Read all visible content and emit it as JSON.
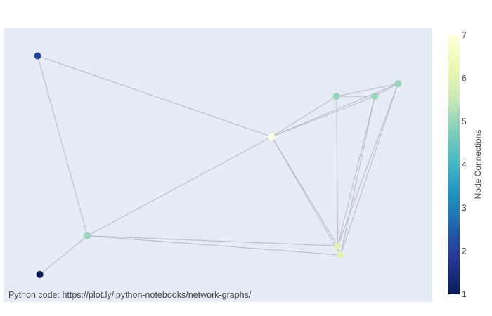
{
  "chart_data": {
    "type": "scatter",
    "subtype": "network-graph",
    "background_color": "#e5ecf6",
    "edge_color": "#b8b8c4",
    "show_grid": false,
    "show_axes": false,
    "xlim": [
      0,
      1
    ],
    "ylim": [
      0,
      1
    ],
    "nodes": [
      {
        "id": "n0",
        "x": 0.058,
        "y": 0.932,
        "connections": 2
      },
      {
        "id": "n1",
        "x": 0.063,
        "y": 0.067,
        "connections": 1
      },
      {
        "id": "n2",
        "x": 0.18,
        "y": 0.22,
        "connections": 5
      },
      {
        "id": "n3",
        "x": 0.632,
        "y": 0.612,
        "connections": 7
      },
      {
        "id": "n4",
        "x": 0.791,
        "y": 0.772,
        "connections": 5
      },
      {
        "id": "n5",
        "x": 0.885,
        "y": 0.772,
        "connections": 5
      },
      {
        "id": "n6",
        "x": 0.942,
        "y": 0.822,
        "connections": 5
      },
      {
        "id": "n7",
        "x": 0.794,
        "y": 0.18,
        "connections": 6
      },
      {
        "id": "n8",
        "x": 0.801,
        "y": 0.144,
        "connections": 6
      }
    ],
    "edges": [
      [
        "n0",
        "n3"
      ],
      [
        "n0",
        "n2"
      ],
      [
        "n2",
        "n1"
      ],
      [
        "n2",
        "n3"
      ],
      [
        "n2",
        "n7"
      ],
      [
        "n2",
        "n8"
      ],
      [
        "n3",
        "n4"
      ],
      [
        "n3",
        "n5"
      ],
      [
        "n3",
        "n6"
      ],
      [
        "n3",
        "n7"
      ],
      [
        "n3",
        "n8"
      ],
      [
        "n4",
        "n5"
      ],
      [
        "n4",
        "n6"
      ],
      [
        "n4",
        "n7"
      ],
      [
        "n5",
        "n6"
      ],
      [
        "n5",
        "n7"
      ],
      [
        "n5",
        "n8"
      ],
      [
        "n6",
        "n7"
      ],
      [
        "n6",
        "n8"
      ],
      [
        "n7",
        "n8"
      ]
    ],
    "colorbar": {
      "title": "Node Connections",
      "min": 1,
      "max": 7,
      "ticks": [
        "1",
        "2",
        "3",
        "4",
        "5",
        "6",
        "7"
      ],
      "colorscale": [
        "#081d58",
        "#253494",
        "#225ea8",
        "#1d91c0",
        "#41b6c4",
        "#7fcdbb",
        "#c7e9b4",
        "#edf8b1",
        "#ffffd9"
      ]
    },
    "annotation": "Python code:  https://plot.ly/ipython-notebooks/network-graphs/"
  }
}
